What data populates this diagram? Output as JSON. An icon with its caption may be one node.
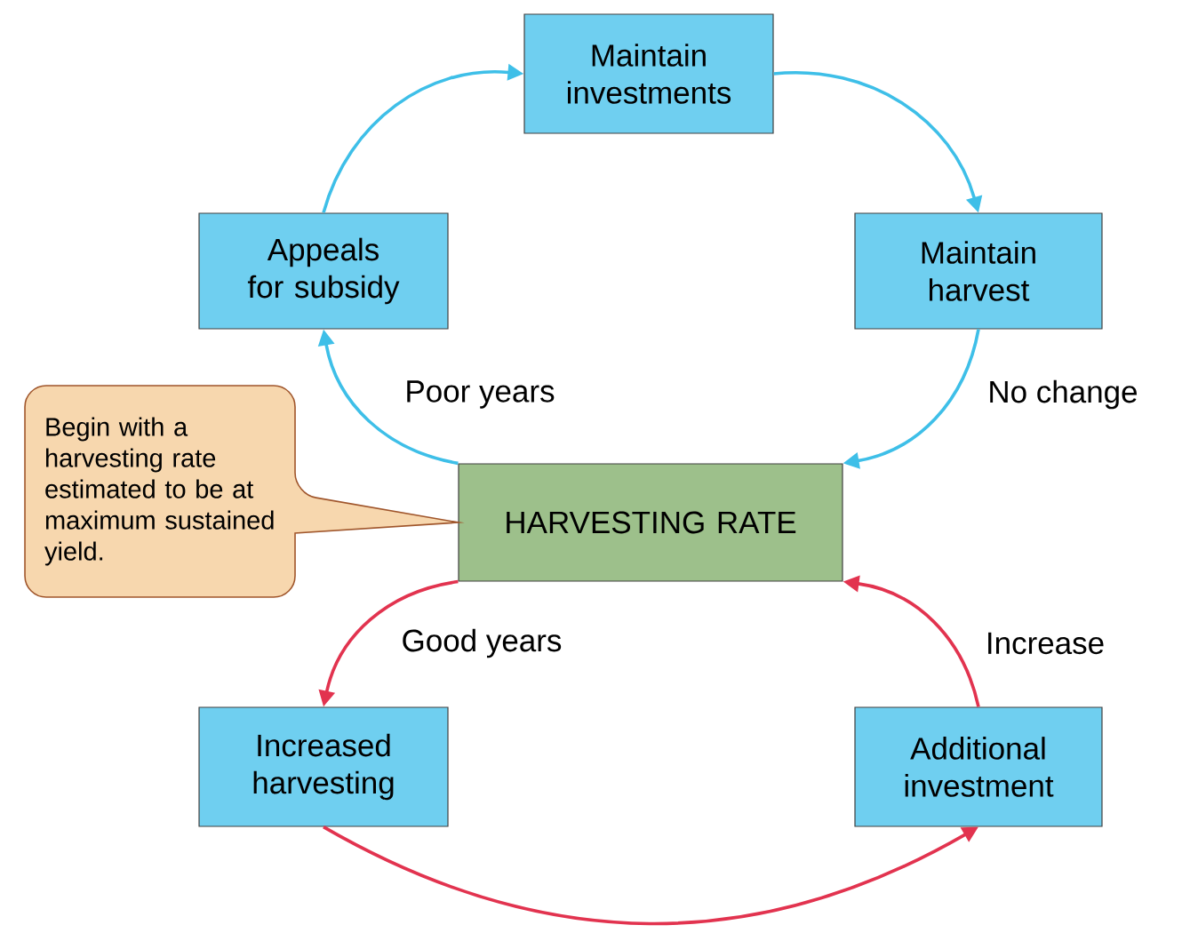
{
  "diagram": {
    "nodes": [
      {
        "text": [
          "Maintain investments"
        ]
      },
      {
        "text": [
          "Maintain harvest"
        ]
      },
      {
        "text": [
          "Appeals for subsidy"
        ]
      },
      {
        "text": [
          "HARVESTING RATE"
        ]
      },
      {
        "text": [
          "Begin with a harvesting rate estimated to be at maximum sustained yield."
        ]
      },
      {
        "text": [
          "Increased harvesting"
        ]
      },
      {
        "text": [
          "Additional investment"
        ]
      }
    ],
    "edges": [
      {
        "from": 2,
        "to": 0,
        "arrow": "to"
      },
      {
        "from": 0,
        "to": 1,
        "arrow": "to"
      },
      {
        "from": 1,
        "to": 3,
        "arrow": "to",
        "label": "No change"
      },
      {
        "from": 3,
        "to": 2,
        "arrow": "to",
        "label": "Poor years"
      },
      {
        "from": 3,
        "to": 5,
        "arrow": "to",
        "label": "Good years",
        "color": "#e2334f"
      },
      {
        "from": 5,
        "to": 6,
        "arrow": "to",
        "color": "#e2334f"
      },
      {
        "from": 6,
        "to": 3,
        "arrow": "to",
        "label": "Increase",
        "color": "#e2334f"
      }
    ]
  }
}
